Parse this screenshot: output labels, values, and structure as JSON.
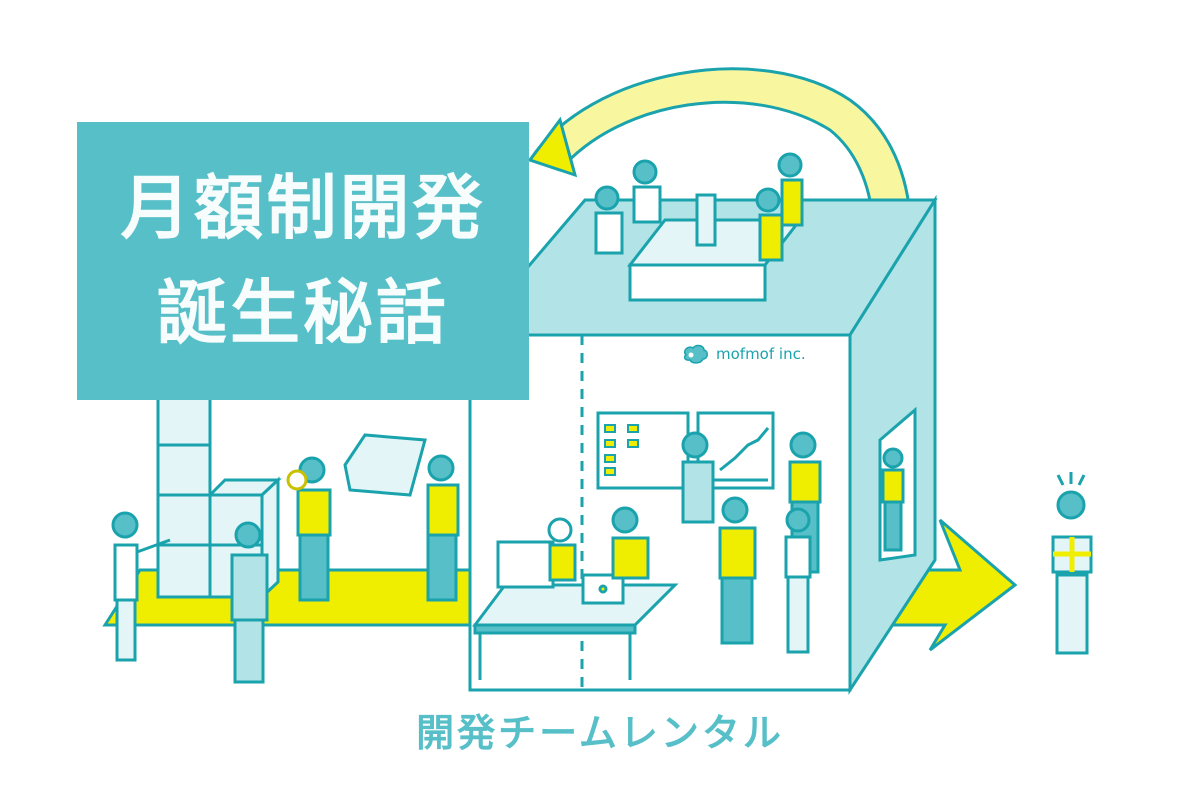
{
  "title": {
    "lines": [
      "月額制開発",
      "誕生秘話"
    ],
    "background_color": "#56bfc8",
    "text_color": "#f7fcfc"
  },
  "caption": {
    "text": "開発チームレンタル",
    "color": "#56bfc8"
  },
  "illustration": {
    "company_logo": {
      "icon": "sheep-icon",
      "text": "mofmof inc."
    },
    "palette": {
      "outline": "#1aa3ad",
      "fill_light": "#b2e3e6",
      "fill_pale": "#e3f5f6",
      "yellow": "#f0ee00",
      "yellow_pale": "#f8f7a0"
    },
    "elements": [
      "stacked-blocks",
      "people-building-blocks",
      "magnifier-person",
      "box-carrying-person",
      "office-building",
      "meeting-table-rooftop",
      "kanban-board",
      "growth-chart",
      "desk-with-computer",
      "yellow-arrow-path",
      "curved-return-arrow",
      "person-receiving-gift"
    ]
  }
}
